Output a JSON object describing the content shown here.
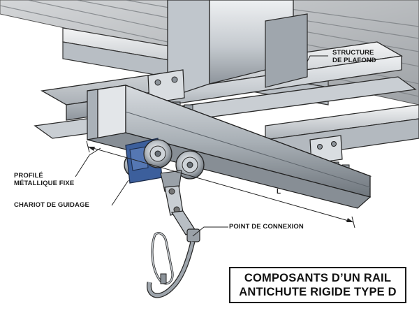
{
  "labels": {
    "structure": [
      "STRUCTURE",
      "DE PLAFOND"
    ],
    "profile": [
      "PROFILÉ",
      "MÉTALLIQUE FIXE"
    ],
    "trolley": "CHARIOT DE GUIDAGE",
    "connection": "POINT DE CONNEXION",
    "length": "L"
  },
  "title": [
    "COMPOSANTS D’UN RAIL",
    "ANTICHUTE RIGIDE TYPE D"
  ],
  "colors": {
    "steel_light": "#e4e7ea",
    "steel_mid": "#b9bfc5",
    "steel_dark": "#7c838a",
    "trolley_blue": "#3c5f9c",
    "outline": "#2a2a2a"
  }
}
